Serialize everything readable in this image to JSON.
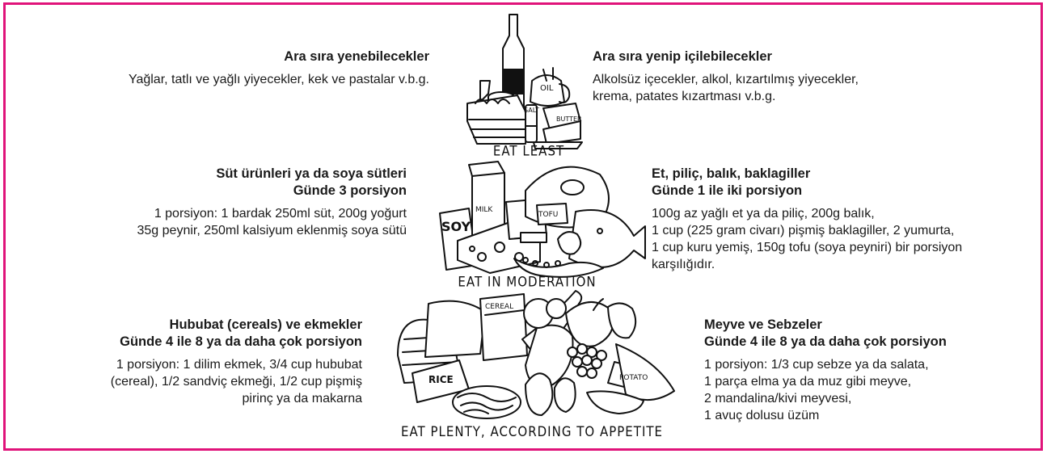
{
  "colors": {
    "border": "#e0137a",
    "ink": "#1a1a1a"
  },
  "tiers": {
    "top": {
      "pyramid_label": "EAT LEAST",
      "left": {
        "heading": [
          "Ara sıra yenebilecekler"
        ],
        "body": [
          "Yağlar, tatlı ve yağlı yiyecekler, kek ve pastalar v.b.g."
        ]
      },
      "right": {
        "heading": [
          "Ara sıra yenip içilebilecekler"
        ],
        "body": [
          "Alkolsüz içecekler, alkol, kızartılmış yiyecekler,",
          "krema, patates kızartması v.b.g."
        ]
      },
      "art_labels": [
        "SALT",
        "OIL",
        "BUTTER"
      ]
    },
    "middle": {
      "pyramid_label": "EAT IN MODERATION",
      "left": {
        "heading": [
          "Süt ürünleri ya da soya sütleri",
          "Günde 3 porsiyon"
        ],
        "body": [
          "1 porsiyon: 1 bardak 250ml süt, 200g yoğurt",
          "35g peynir, 250ml kalsiyum eklenmiş soya sütü"
        ]
      },
      "right": {
        "heading": [
          "Et, piliç, balık, baklagiller",
          "Günde 1 ile iki porsiyon"
        ],
        "body": [
          "100g az yağlı et ya da piliç, 200g balık,",
          "1 cup (225 gram civarı) pişmiş baklagiller, 2 yumurta,",
          "1 cup kuru yemiş, 150g tofu (soya peyniri) bir porsiyon",
          "karşılığıdır."
        ]
      },
      "art_labels": [
        "SOY",
        "MILK",
        "TOFU"
      ]
    },
    "bottom": {
      "pyramid_label": "EAT PLENTY,  ACCORDING TO APPETITE",
      "left": {
        "heading": [
          "Hububat (cereals) ve ekmekler",
          "Günde 4 ile 8 ya da daha çok porsiyon"
        ],
        "body": [
          "1 porsiyon: 1 dilim ekmek, 3/4 cup hububat",
          "(cereal), 1/2 sandviç ekmeği, 1/2 cup pişmiş",
          "pirinç ya da makarna"
        ]
      },
      "right": {
        "heading": [
          "Meyve ve Sebzeler",
          "Günde 4 ile 8 ya da daha çok porsiyon"
        ],
        "body": [
          "1 porsiyon: 1/3 cup sebze ya da salata,",
          "1 parça elma ya da muz gibi meyve,",
          "2 mandalina/kivi meyvesi,",
          "1 avuç dolusu üzüm"
        ]
      },
      "art_labels": [
        "CEREAL",
        "RICE",
        "POTATO"
      ]
    }
  }
}
